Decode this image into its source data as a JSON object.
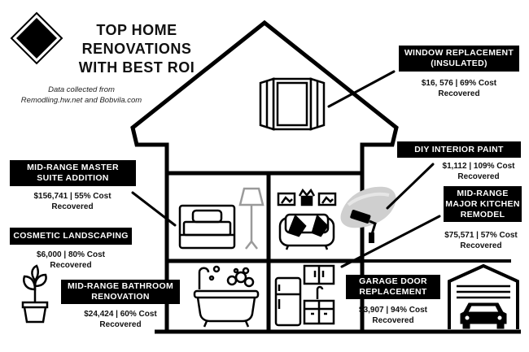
{
  "title_lines": [
    "TOP HOME",
    "RENOVATIONS",
    "WITH BEST ROI"
  ],
  "source": [
    "Data collected from",
    "Remodling.hw.net and Bobvila.com"
  ],
  "items": [
    {
      "label": [
        "WINDOW REPLACEMENT",
        "(INSULATED)"
      ],
      "cost": "$16, 576",
      "roi": "69%",
      "value_lines": [
        "$16, 576 | 69% Cost",
        "Recovered"
      ]
    },
    {
      "label": [
        "DIY INTERIOR PAINT"
      ],
      "cost": "$1,112",
      "roi": "109%",
      "value_lines": [
        "$1,112 | 109% Cost",
        "Recovered"
      ]
    },
    {
      "label": [
        "MID-RANGE",
        "MAJOR KITCHEN",
        "REMODEL"
      ],
      "cost": "$75,571",
      "roi": "57%",
      "value_lines": [
        "$75,571 | 57% Cost",
        "Recovered"
      ]
    },
    {
      "label": [
        "MID-RANGE MASTER",
        "SUITE ADDITION"
      ],
      "cost": "$156,741",
      "roi": "55%",
      "value_lines": [
        "$156,741 | 55% Cost",
        "Recovered"
      ]
    },
    {
      "label": [
        "COSMETIC LANDSCAPING"
      ],
      "cost": "$6,000",
      "roi": "80%",
      "value_lines": [
        "$6,000 | 80% Cost",
        "Recovered"
      ]
    },
    {
      "label": [
        "MID-RANGE BATHROOM",
        "RENOVATION"
      ],
      "cost": "$24,424",
      "roi": "60%",
      "value_lines": [
        "$24,424 | 60% Cost",
        "Recovered"
      ]
    },
    {
      "label": [
        "GARAGE DOOR",
        "REPLACEMENT"
      ],
      "cost": "$3,907",
      "roi": "94%",
      "value_lines": [
        "$3,907 | 94% Cost",
        "Recovered"
      ]
    }
  ],
  "icons": [
    "diamond-logo-icon",
    "window-icon",
    "bed-icon",
    "floor-lamp-icon",
    "sofa-icon",
    "paint-roller-icon",
    "bathtub-icon",
    "kitchen-icon",
    "potted-plant-icon",
    "garage-car-icon"
  ]
}
